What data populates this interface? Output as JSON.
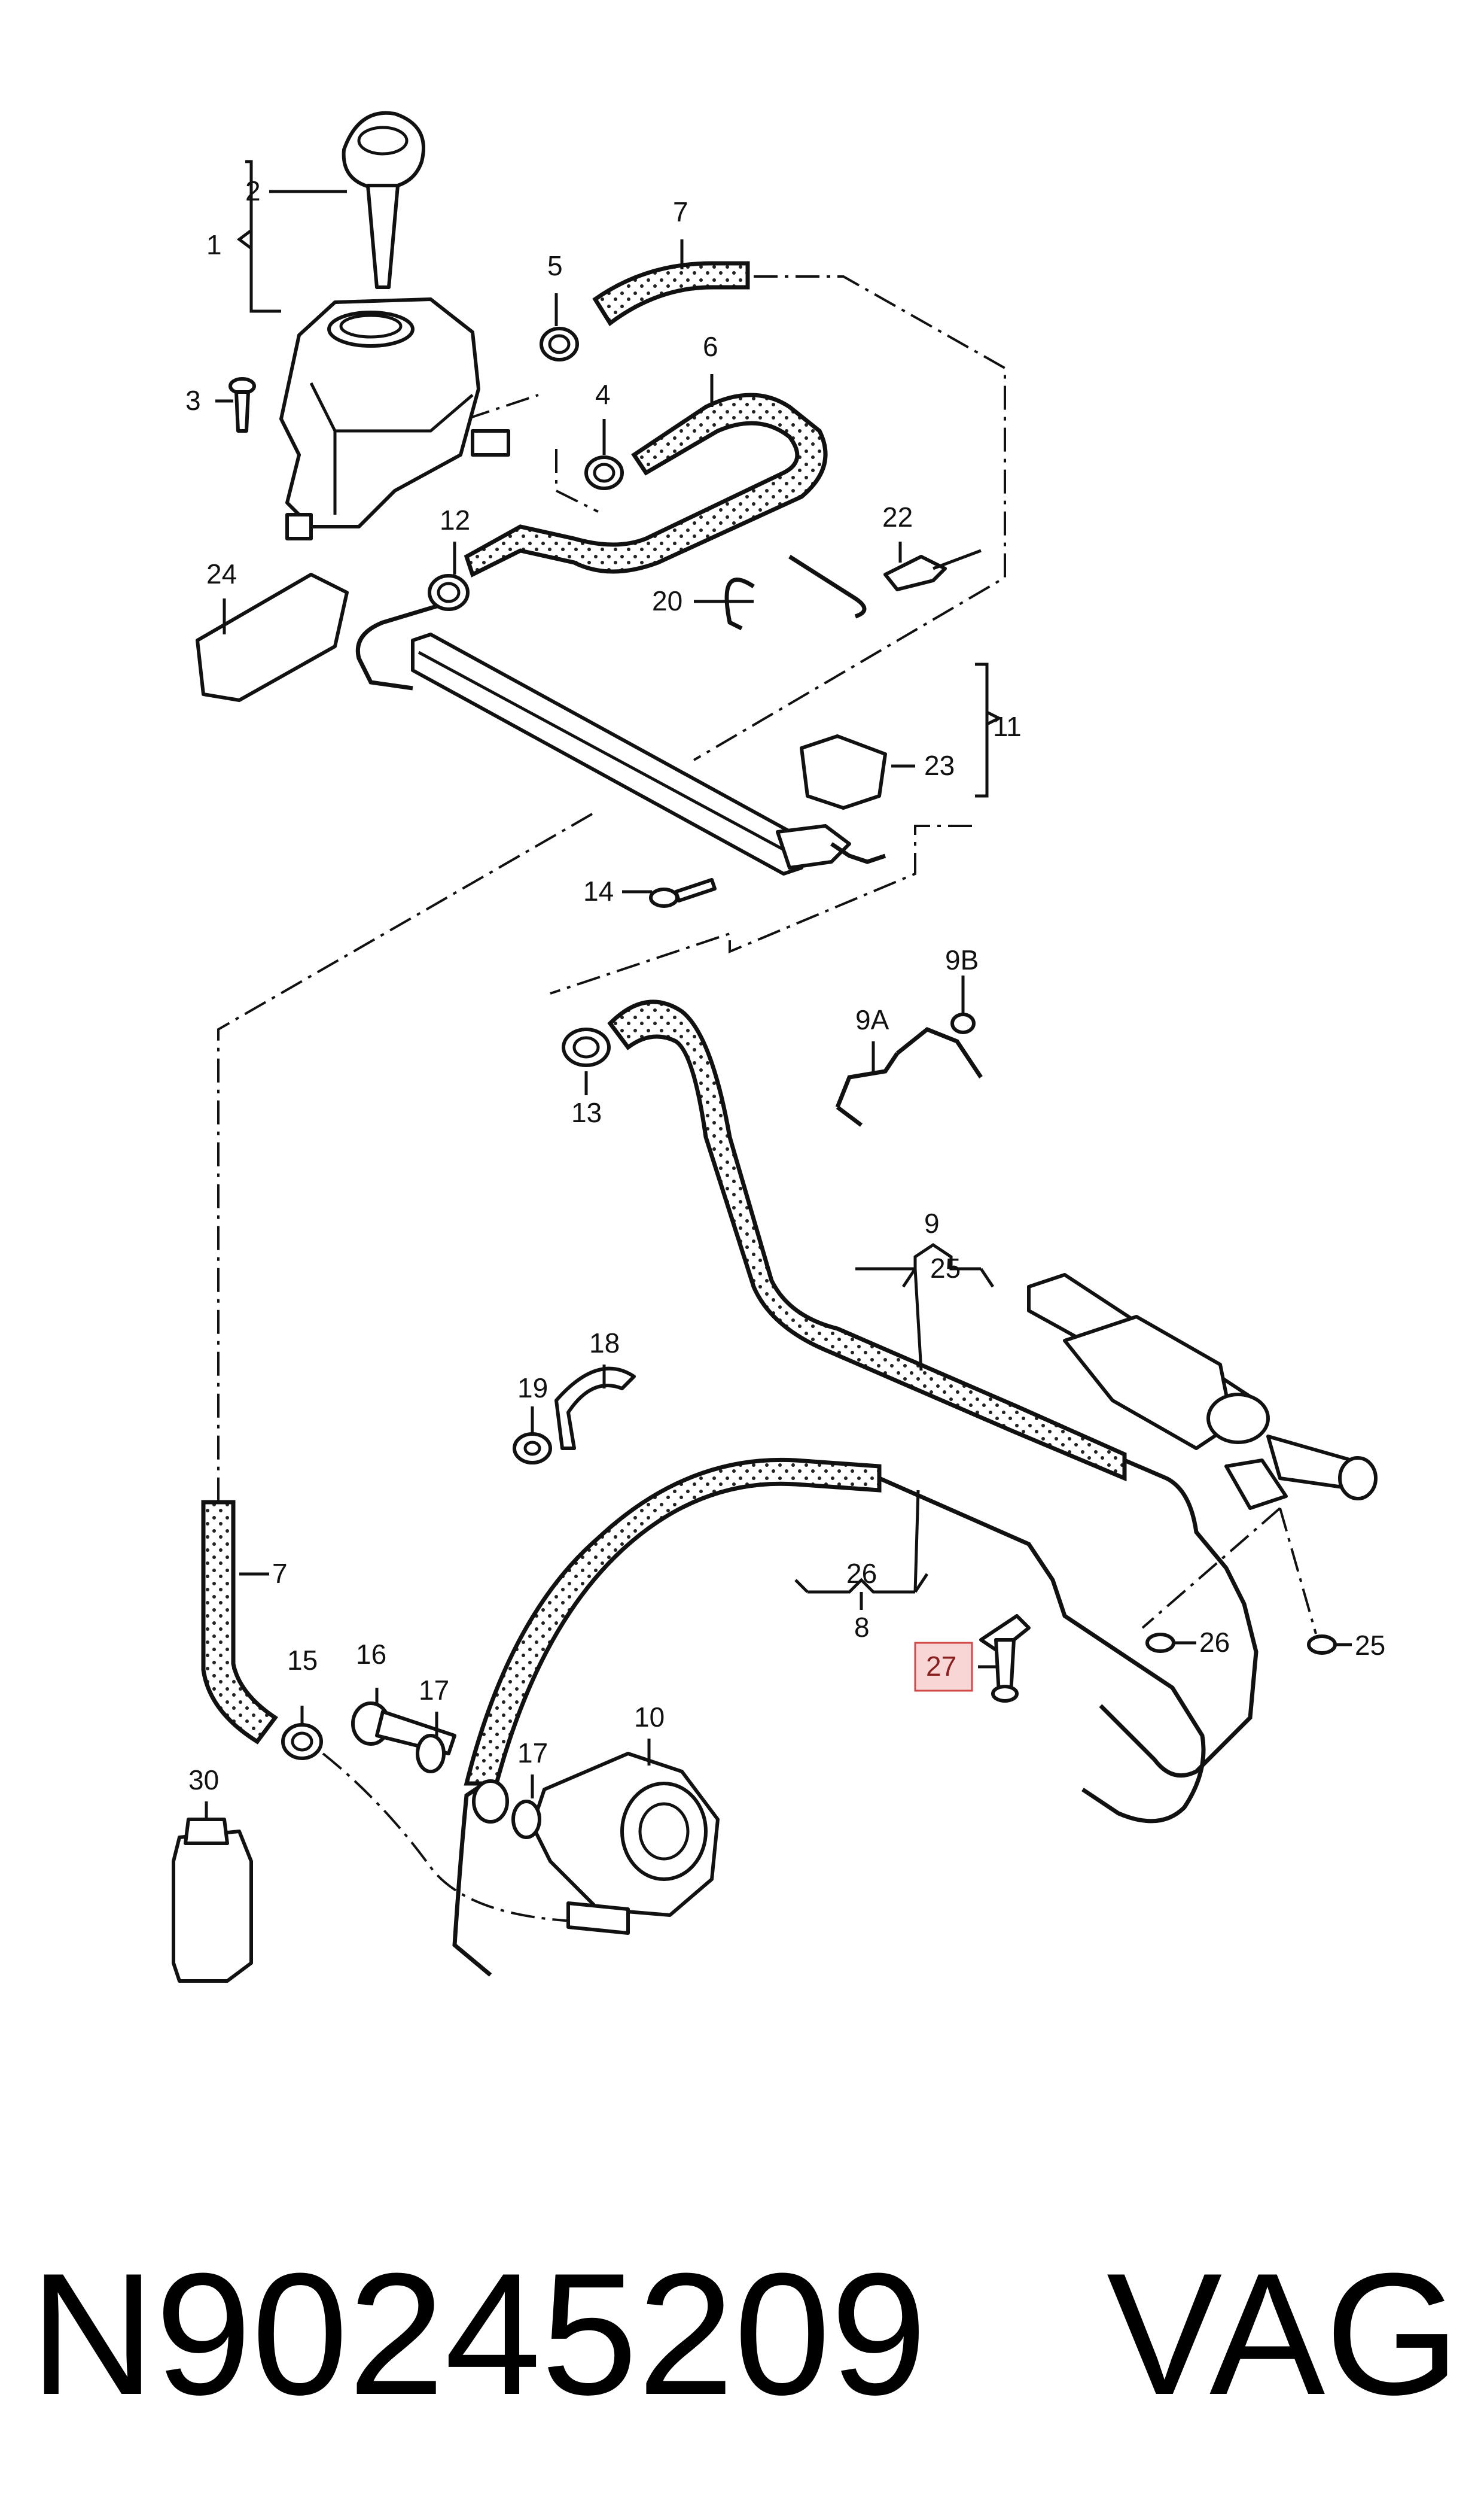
{
  "diagram": {
    "callouts": {
      "c1": "1",
      "c2": "2",
      "c3": "3",
      "c4": "4",
      "c5": "5",
      "c6": "6",
      "c7": "7",
      "c11": "11",
      "c12": "12",
      "c13": "13",
      "c14": "14",
      "c20": "20",
      "c22": "22",
      "c23": "23",
      "c24": "24",
      "c9A": "9A",
      "c9B": "9B",
      "c9": "9",
      "c25": "25",
      "c18": "18",
      "c19": "19",
      "c26": "26",
      "c8": "8",
      "c27": "27",
      "c7b": "7",
      "c15": "15",
      "c16": "16",
      "c17a": "17",
      "c17b": "17",
      "c10": "10",
      "c30": "30",
      "c26b": "26",
      "c25b": "25"
    },
    "highlighted_callout": "27",
    "highlight_color": "#f4b5b5"
  },
  "footer": {
    "part_number": "N90245209",
    "brand": "VAG"
  }
}
